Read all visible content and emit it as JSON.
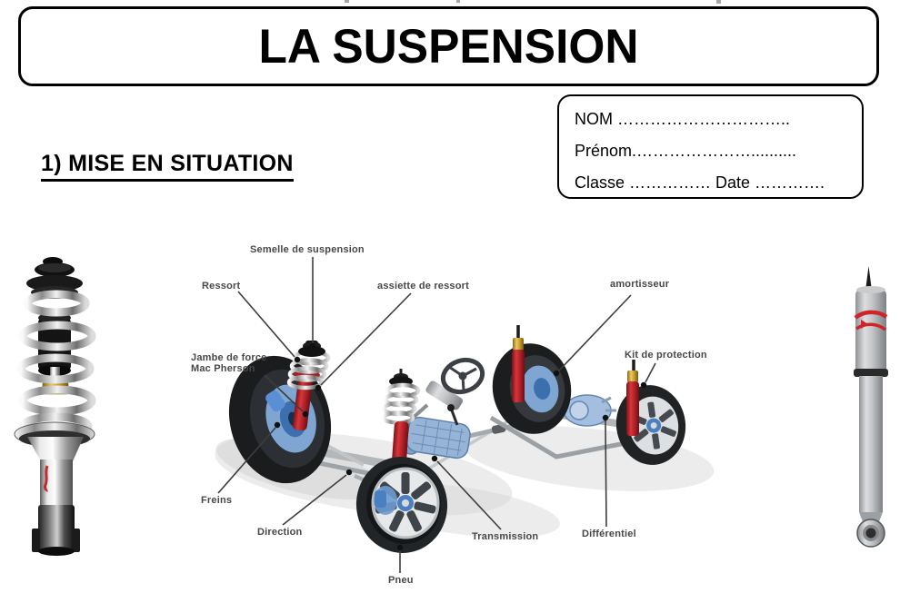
{
  "header": {
    "title": "LA SUSPENSION"
  },
  "student_box": {
    "lines": [
      "NOM …………………………..",
      "Prénom.…………………..........",
      "Classe …………… Date …………."
    ]
  },
  "section": {
    "heading": "1) MISE EN SITUATION"
  },
  "diagram": {
    "labels": [
      {
        "id": "semelle",
        "text": "Semelle de suspension"
      },
      {
        "id": "ressort",
        "text": "Ressort"
      },
      {
        "id": "assiette",
        "text": "assiette de ressort"
      },
      {
        "id": "amortisseur",
        "text": "amortisseur"
      },
      {
        "id": "jambe",
        "text": "Jambe de force",
        "text2": "Mac Pherson"
      },
      {
        "id": "kit",
        "text": "Kit de protection"
      },
      {
        "id": "freins",
        "text": "Freins"
      },
      {
        "id": "direction",
        "text": "Direction"
      },
      {
        "id": "pneu",
        "text": "Pneu"
      },
      {
        "id": "transmission",
        "text": "Transmission"
      },
      {
        "id": "differentiel",
        "text": "Différentiel"
      }
    ]
  },
  "figures": {
    "left_figure": "macpherson-strut-photo",
    "center_figure": "car-suspension-cutaway-diagram",
    "right_figure": "gas-shock-absorber-photo"
  },
  "colors": {
    "strut_red": "#b5262b",
    "spring_chrome": "#d9d9d9",
    "brake_blue": "#5b8fd4",
    "shock_gold": "#d2a035",
    "label_gray": "#474747"
  }
}
